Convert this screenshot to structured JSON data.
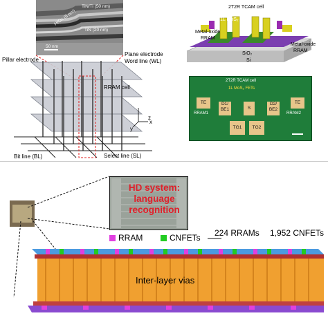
{
  "tem": {
    "tin_ti": "TiN/Ti (50 nm)",
    "hfox": "HfOx (5 nm)",
    "tin": "TiN (20 nm)",
    "scale": "50 nm"
  },
  "crossbar": {
    "pillar_electrode": "Pillar electrode",
    "plane_electrode": "Plane electrode",
    "word_line": "Word line (WL)",
    "rram_cell": "RRAM cell",
    "select_line": "Select line (SL)",
    "bit_line": "Bit line (BL)",
    "axis_x": "x",
    "axis_y": "y",
    "axis_z": "z"
  },
  "tcam3d": {
    "title": "2T2R TCAM cell",
    "fets": "1L MoS₂ FETs",
    "rram_left_1": "Metal-oxide",
    "rram_left_2": "RRAM",
    "rram_right_1": "Metal-oxide",
    "rram_right_2": "RRAM",
    "sio2": "SiO₂",
    "si": "Si"
  },
  "tcam_photo": {
    "title": "2T2R TCAM cell",
    "fets": "1L MoS₂ FETs",
    "te_left": "TE",
    "te_right": "TE",
    "rram1": "RRAM1",
    "rram2": "RRAM2",
    "d1": "D1/",
    "be1": "BE1",
    "s": "S",
    "d2": "D2/",
    "be2": "BE2",
    "tg1": "TG1",
    "tg2": "TG2"
  },
  "hd": {
    "line1": "HD system:",
    "line2": "language",
    "line3": "recognition"
  },
  "legend": {
    "rram": "RRAM",
    "cnfet": "CNFETs",
    "rram_color": "#e040e0",
    "cnfet_color": "#22cc22"
  },
  "stack": {
    "rram_count": "224 RRAMs",
    "cnfet_count": "1,952 CNFETs",
    "vias": "Inter-layer vias"
  }
}
